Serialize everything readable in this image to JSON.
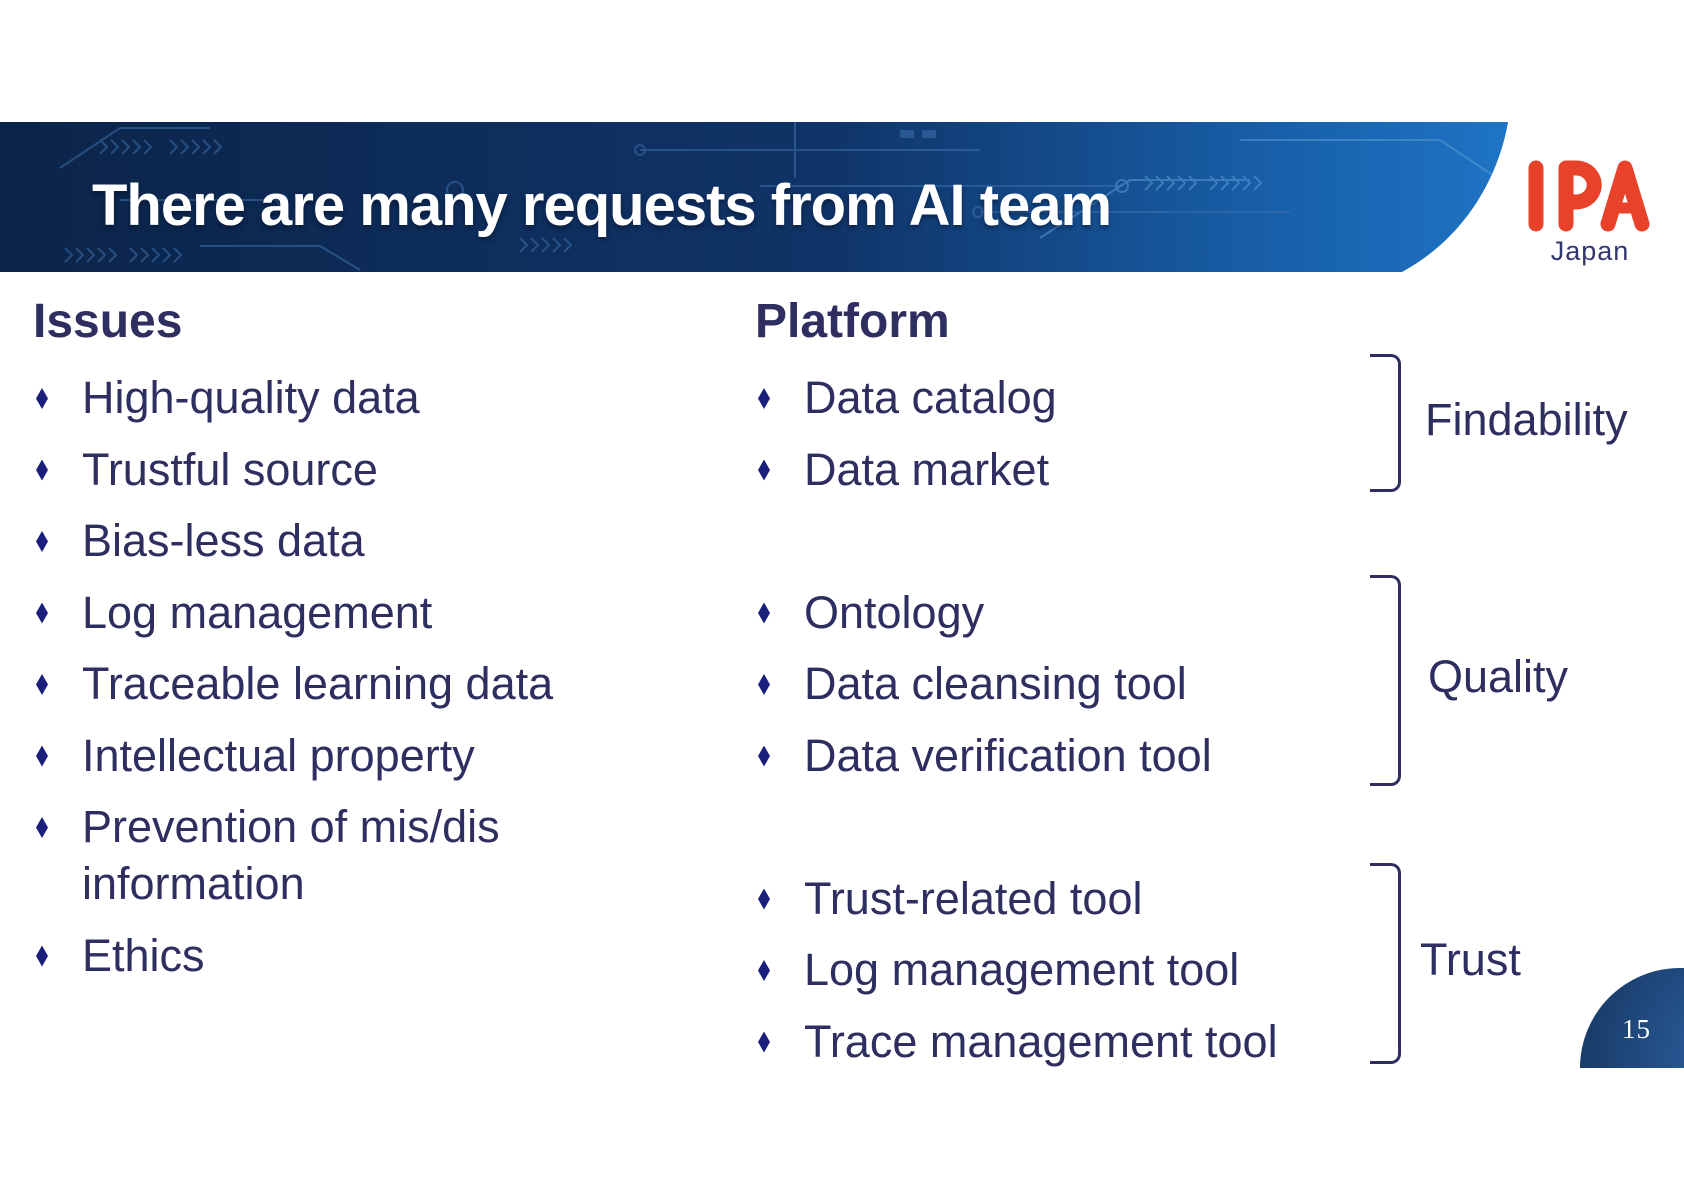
{
  "slide": {
    "title": "There are many requests from AI team",
    "page_number": "15"
  },
  "logo": {
    "text": "IPA",
    "subtext": "Japan"
  },
  "issues": {
    "heading": "Issues",
    "items": [
      "High-quality data",
      "Trustful source",
      "Bias-less data",
      "Log management",
      "Traceable learning data",
      "Intellectual property",
      "Prevention of mis/dis information",
      "Ethics"
    ]
  },
  "platform": {
    "heading": "Platform",
    "groups": [
      {
        "label": "Findability",
        "items": [
          "Data catalog",
          "Data market"
        ]
      },
      {
        "label": "Quality",
        "items": [
          "Ontology",
          "Data cleansing tool",
          "Data verification tool"
        ]
      },
      {
        "label": "Trust",
        "items": [
          "Trust-related tool",
          "Log management tool",
          "Trace management tool"
        ]
      }
    ]
  },
  "colors": {
    "banner_dark": "#0b2449",
    "banner_mid": "#103468",
    "banner_bright": "#1e74c4",
    "circuit_line": "#3c72ae",
    "text_navy": "#2e2e60",
    "bullet_blue": "#1b1f7c",
    "logo_red": "#e8432a",
    "badge_navy_dark": "#16355e",
    "badge_navy_light": "#2f66a5",
    "title_white": "#ffffff"
  }
}
